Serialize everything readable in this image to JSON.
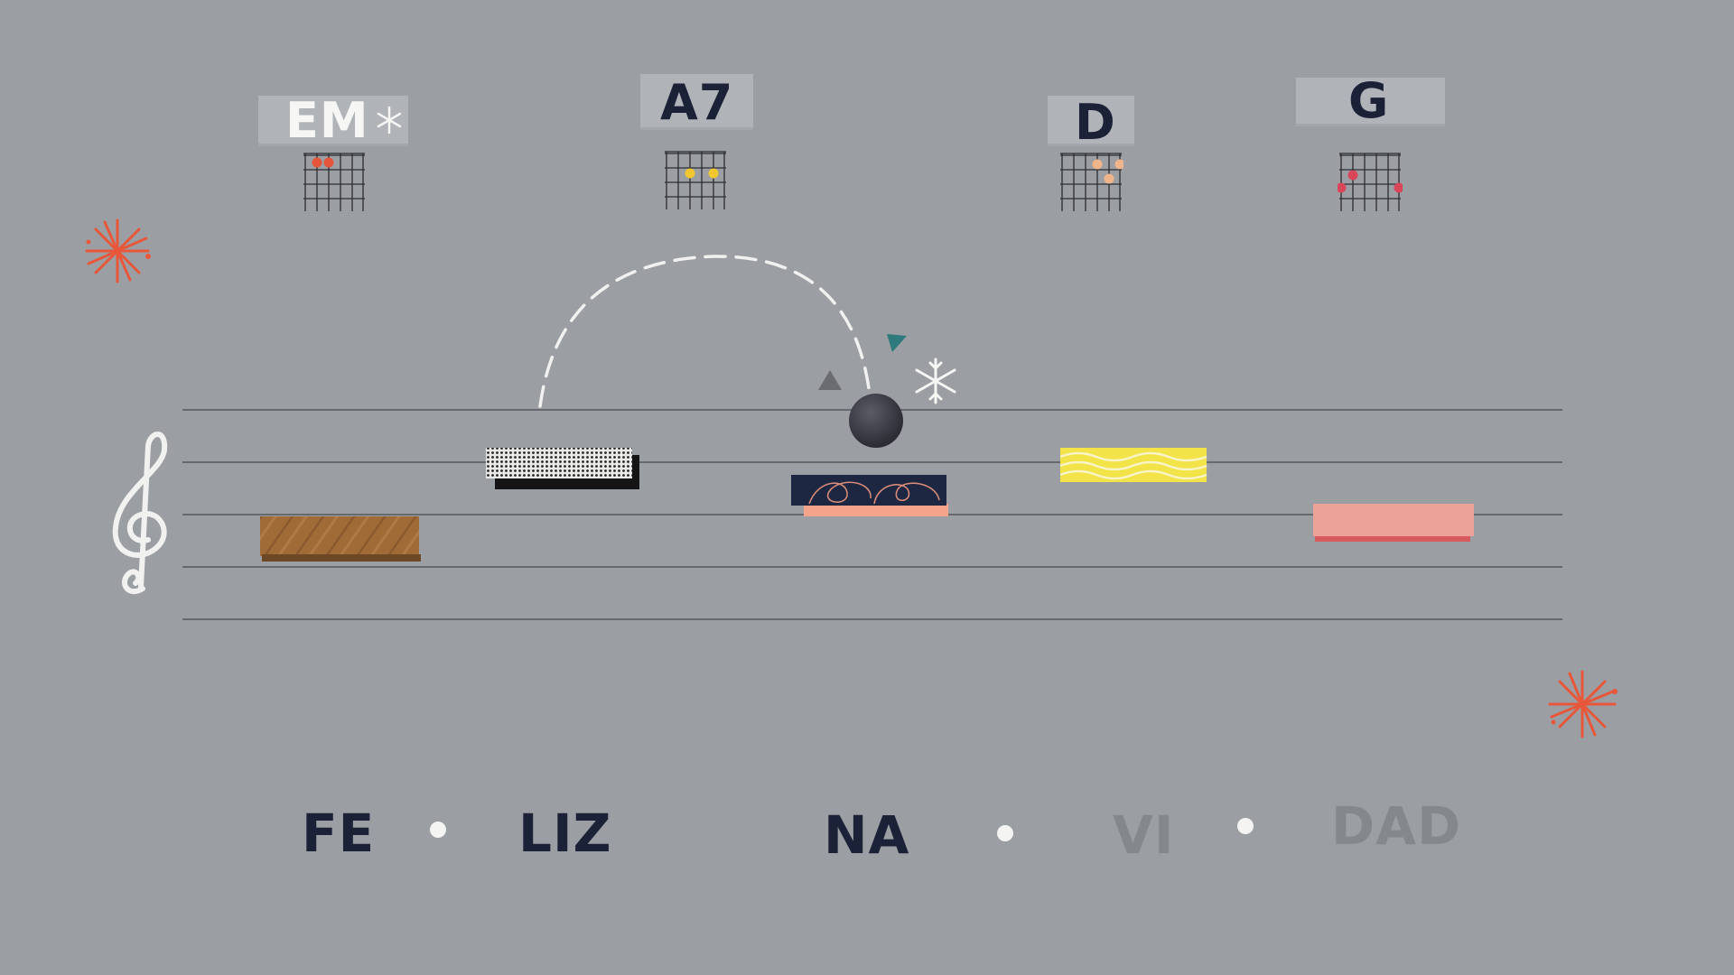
{
  "chords": [
    {
      "name": "EM",
      "dots": [
        "#e4553a",
        "#e4553a"
      ],
      "label_color": "#f6f6f4",
      "has_bg": true
    },
    {
      "name": "A7",
      "dots": [
        "#f1c62f",
        "#f1c62f"
      ],
      "label_color": "#1b2238",
      "has_bg": true
    },
    {
      "name": "D",
      "dots": [
        "#f0b58a",
        "#f0b58a",
        "#f0b58a"
      ],
      "label_color": "#1b2238",
      "has_bg": true
    },
    {
      "name": "G",
      "dots": [
        "#d9475a",
        "#d9475a",
        "#d9475a"
      ],
      "label_color": "#1b2238",
      "has_bg": true
    }
  ],
  "lyrics": [
    {
      "text": "FE",
      "state": "active"
    },
    {
      "text": "LIZ",
      "state": "active"
    },
    {
      "text": "NA",
      "state": "active"
    },
    {
      "text": "VI",
      "state": "upcoming"
    },
    {
      "text": "DAD",
      "state": "upcoming"
    }
  ],
  "colors": {
    "background": "#9b9ea2",
    "active_text": "#1b2238",
    "upcoming_text": "#84878c",
    "accent_star": "#e8573a",
    "staff_line": "#55585c"
  },
  "icons": [
    "treble-clef-icon",
    "snowflake-icon",
    "star-burst-icon",
    "bouncing-ball-icon"
  ]
}
